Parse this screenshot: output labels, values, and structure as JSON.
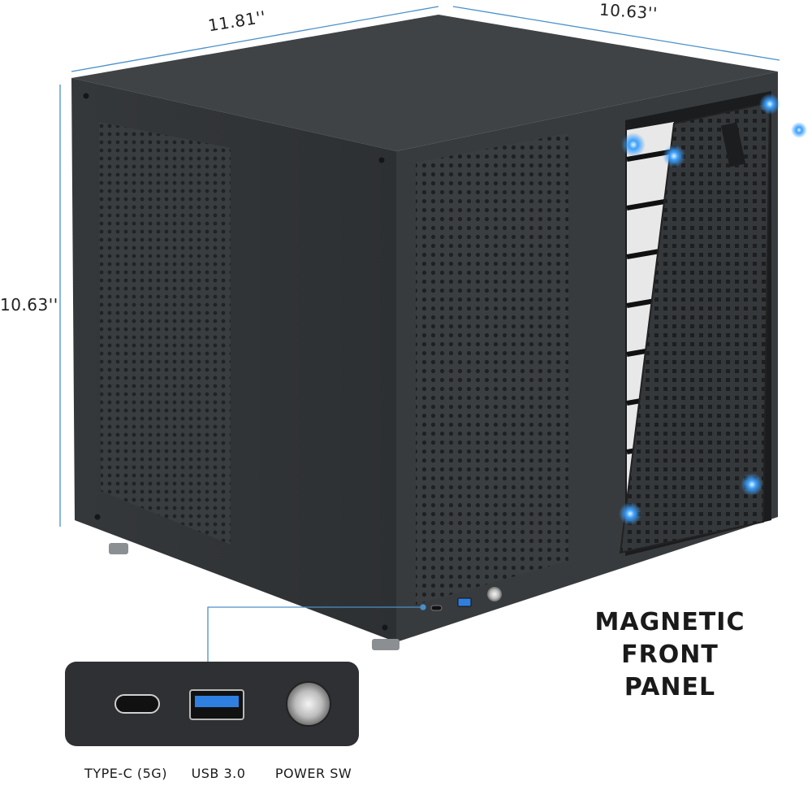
{
  "dimensions": {
    "top_left": "11.81''",
    "top_right": "10.63''",
    "left_height": "10.63''"
  },
  "feature_caption": {
    "line1": "MAGNETIC FRONT",
    "line2": "PANEL"
  },
  "ports": {
    "type_c": "TYPE-C (5G)",
    "usb": "USB 3.0",
    "power": "POWER SW"
  },
  "colors": {
    "case": "#3a3d40",
    "case_dark": "#2b2d30",
    "dimension_line": "#4a90c8",
    "magnet_glow": "#3aa0ff",
    "usb_blue": "#2f7fe0"
  }
}
